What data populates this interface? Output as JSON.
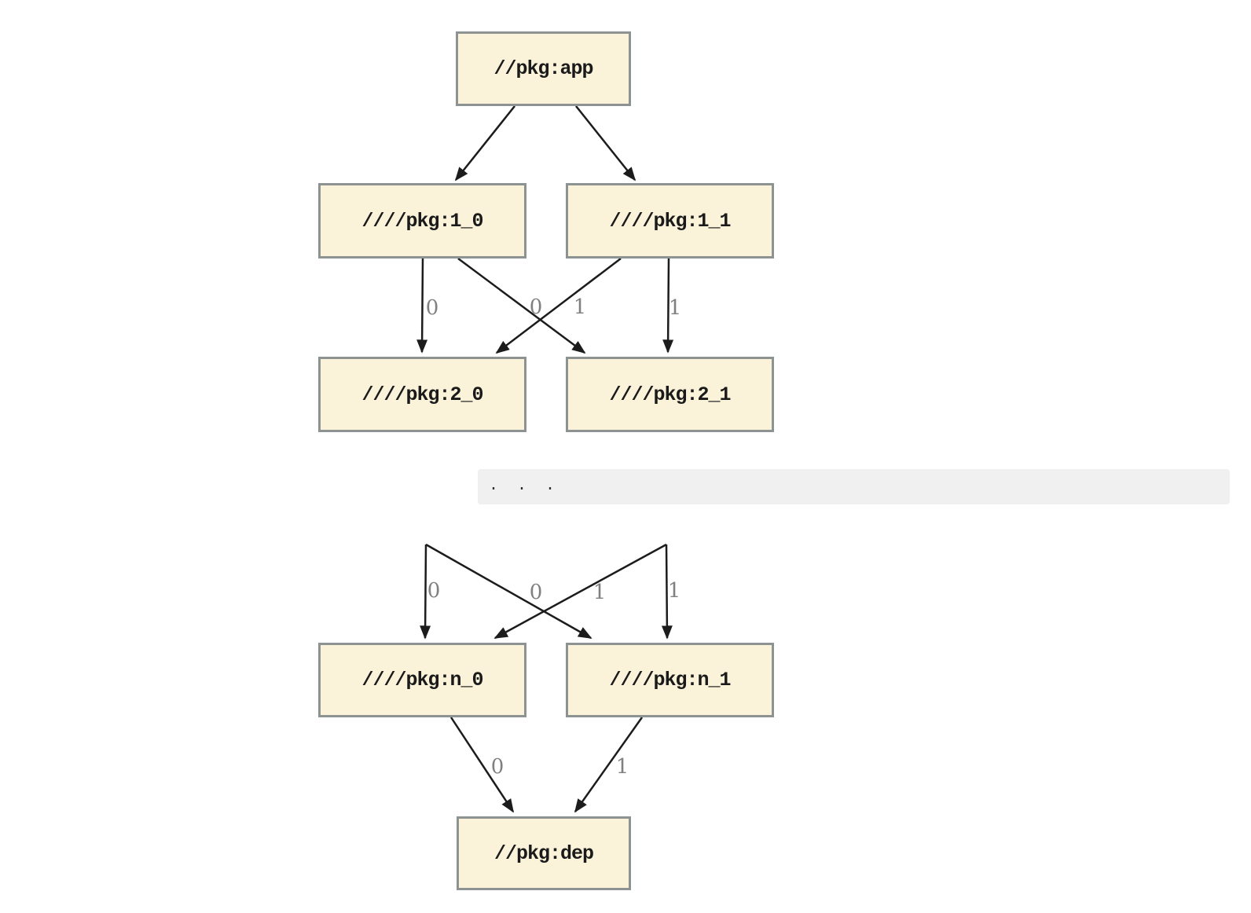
{
  "colors": {
    "page_background": "#ffffff",
    "node_fill": "#faf3da",
    "node_border": "#8d9293",
    "node_text": "#1a1a1a",
    "edge": "#1c1c1c",
    "edge_label": "#808080",
    "separator_background": "#f0f0f0",
    "separator_text": "#2e2e2e"
  },
  "nodes": {
    "app": "//pkg:app",
    "l1_0": "////pkg:1_0",
    "l1_1": "////pkg:1_1",
    "l2_0": "////pkg:2_0",
    "l2_1": "////pkg:2_1",
    "ln_0": "////pkg:n_0",
    "ln_1": "////pkg:n_1",
    "dep": "//pkg:dep"
  },
  "edge_labels": {
    "upper": [
      "0",
      "0",
      "1",
      "1"
    ],
    "middle": [
      "0",
      "0",
      "1",
      "1"
    ],
    "lower": [
      "0",
      "1"
    ]
  },
  "separator": {
    "text": ". . ."
  },
  "graph": {
    "edges": [
      "app->1_0",
      "app->1_1",
      "1_0->2_0 [label=0]",
      "1_0->2_1 [label=1]",
      "1_1->2_0 [label=0]",
      "1_1->2_1 [label=1]",
      "...->n_0 [label=0]",
      "...->n_1 [label=1]",
      "...->n_0 [label=0]",
      "...->n_1 [label=1]",
      "n_0->dep [label=0]",
      "n_1->dep [label=1]"
    ]
  }
}
